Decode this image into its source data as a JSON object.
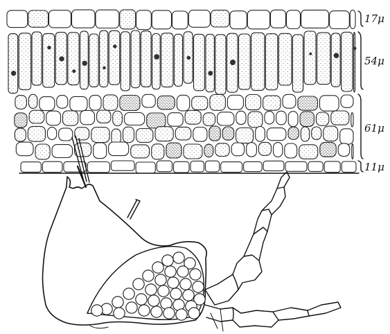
{
  "figure": {
    "layers": [
      {
        "id": "upper-epidermis",
        "thickness_label": "17μ"
      },
      {
        "id": "palisade-layer",
        "thickness_label": "54μ"
      },
      {
        "id": "spongy-mesophyll",
        "thickness_label": "61μ"
      },
      {
        "id": "lower-epidermis",
        "thickness_label": "11μ"
      }
    ],
    "colors": {
      "ink": "#111111",
      "paper": "#ffffff",
      "stipple": "#666666"
    }
  }
}
